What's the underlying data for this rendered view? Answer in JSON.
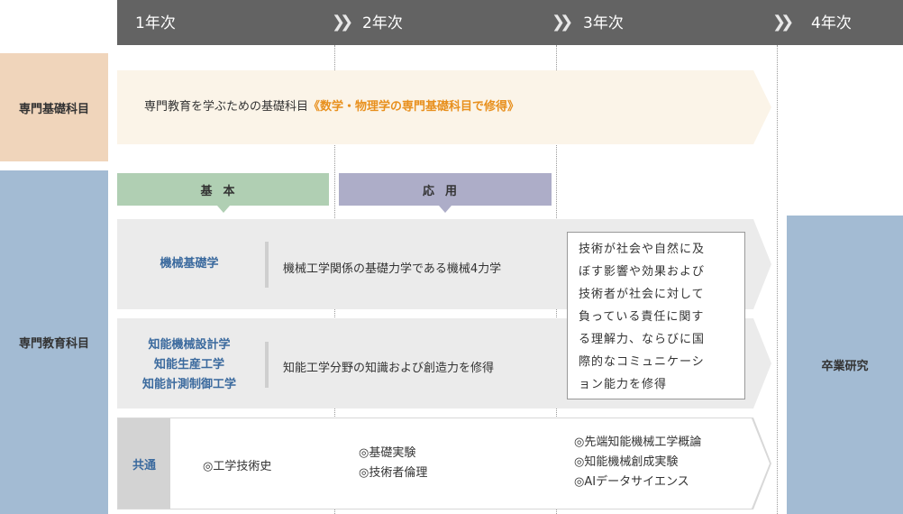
{
  "header": {
    "years": [
      "1年次",
      "2年次",
      "3年次",
      "4年次"
    ],
    "separator": "》"
  },
  "categories": {
    "basic": "専門基礎科目",
    "specialized": "専門教育科目"
  },
  "basic_row": {
    "text": "専門教育を学ぶための基礎科目",
    "highlight": "《数学・物理学の専門基礎科目で修得》"
  },
  "tabs": {
    "fundamental": "基本",
    "applied": "応用"
  },
  "row1": {
    "subject": "機械基礎学",
    "description": "機械工学関係の基礎力学である機械4力学"
  },
  "row2": {
    "subjects": [
      "知能機械設計学",
      "知能生産工学",
      "知能計測制御工学"
    ],
    "description": "知能工学分野の知識および創造力を修得"
  },
  "outcome_box": {
    "lines": [
      "技術が社会や自然に及",
      "ぼす影響や効果および",
      "技術者が社会に対して",
      "負っている責任に関す",
      "る理解力、ならびに国",
      "際的なコミュニケーシ",
      "ョン能力を修得"
    ]
  },
  "graduation": "卒業研究",
  "common_row": {
    "label": "共通",
    "col1": [
      "◎工学技術史"
    ],
    "col2": [
      "◎基礎実験",
      "◎技術者倫理"
    ],
    "col3": [
      "◎先端知能機械工学概論",
      "◎知能機械創成実験",
      "◎AIデータサイエンス"
    ]
  },
  "colors": {
    "header_bg": "#636363",
    "basic_label_bg": "#f0d5bb",
    "specialized_label_bg": "#a3bbd3",
    "highlight_text": "#e8901e",
    "subject_text": "#3b6a9e",
    "tab_fundamental": "#b0cfb3",
    "tab_applied": "#adadc8"
  }
}
